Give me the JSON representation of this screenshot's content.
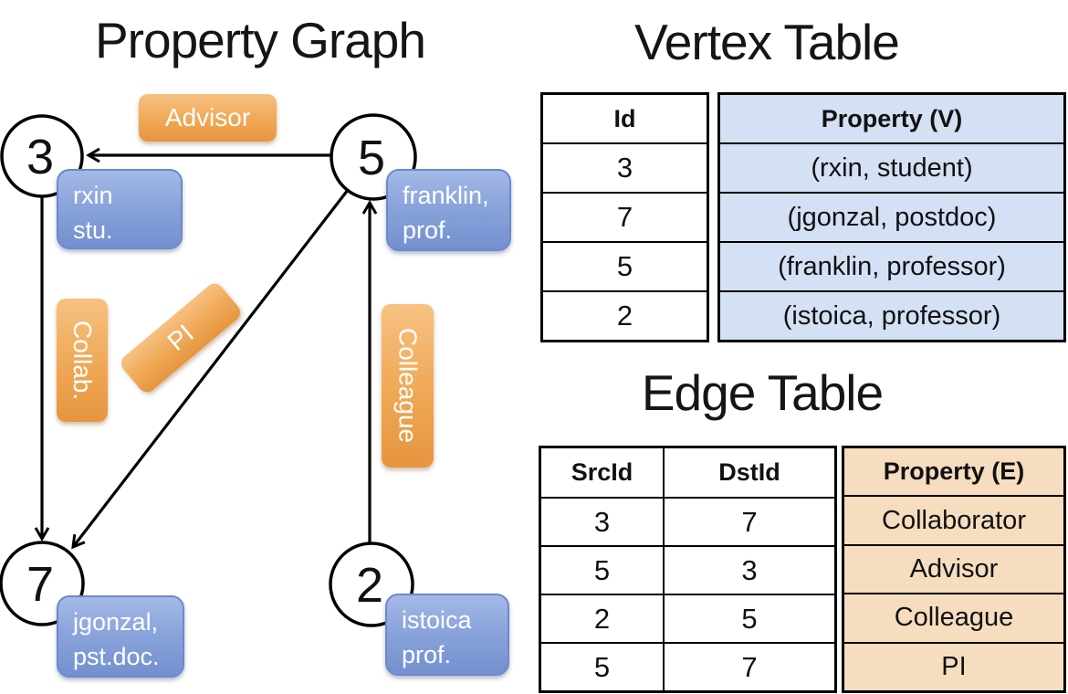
{
  "titles": {
    "graph": "Property Graph",
    "vertex": "Vertex Table",
    "edge": "Edge Table"
  },
  "graph": {
    "nodes": [
      {
        "id": "3"
      },
      {
        "id": "5"
      },
      {
        "id": "7"
      },
      {
        "id": "2"
      }
    ],
    "edge_labels": {
      "advisor": "Advisor",
      "collab": "Collab.",
      "pi": "PI",
      "colleague": "Colleague"
    },
    "vertex_boxes": {
      "rxin": {
        "line1": "rxin",
        "line2": "stu."
      },
      "franklin": {
        "line1": "franklin,",
        "line2": "prof."
      },
      "jgonzal": {
        "line1": "jgonzal,",
        "line2": "pst.doc."
      },
      "istoica": {
        "line1": "istoica",
        "line2": "prof."
      }
    }
  },
  "vertex_table": {
    "headers": {
      "id": "Id",
      "property": "Property (V)"
    },
    "rows": [
      {
        "id": "3",
        "property": "(rxin, student)"
      },
      {
        "id": "7",
        "property": "(jgonzal, postdoc)"
      },
      {
        "id": "5",
        "property": "(franklin, professor)"
      },
      {
        "id": "2",
        "property": "(istoica, professor)"
      }
    ]
  },
  "edge_table": {
    "headers": {
      "src": "SrcId",
      "dst": "DstId",
      "property": "Property (E)"
    },
    "rows": [
      {
        "src": "3",
        "dst": "7",
        "property": "Collaborator"
      },
      {
        "src": "5",
        "dst": "3",
        "property": "Advisor"
      },
      {
        "src": "2",
        "dst": "5",
        "property": "Colleague"
      },
      {
        "src": "5",
        "dst": "7",
        "property": "PI"
      }
    ]
  },
  "colors": {
    "edge_label_orange": "#efa855",
    "vertex_box_blue": "#8aa4db",
    "vertex_cell_bg": "#d4e0f4",
    "edge_cell_bg": "#f6ddc0",
    "line_black": "#000000"
  }
}
